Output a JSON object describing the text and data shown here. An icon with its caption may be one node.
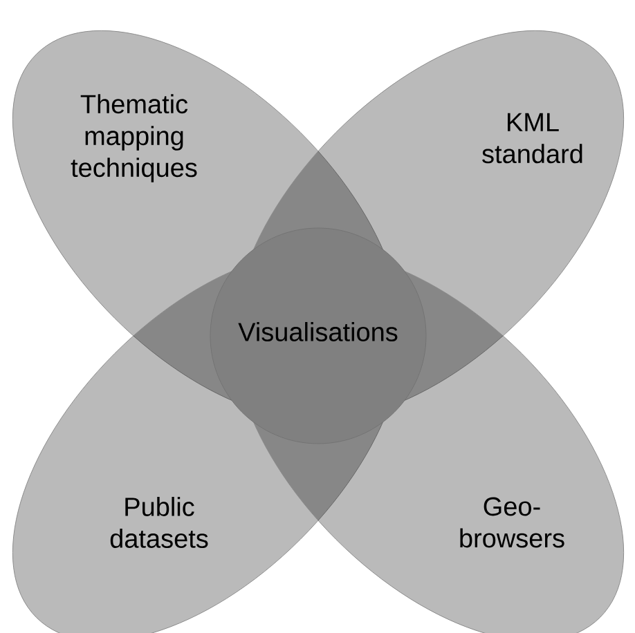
{
  "diagram": {
    "nodes": [
      {
        "text": [
          "Thematic mapping techniques"
        ]
      },
      {
        "text": [
          "KML standard"
        ]
      },
      {
        "text": [
          "Public datasets"
        ]
      },
      {
        "text": [
          "Geo-browsers"
        ]
      },
      {
        "text": [
          "Visualisations"
        ]
      }
    ]
  }
}
